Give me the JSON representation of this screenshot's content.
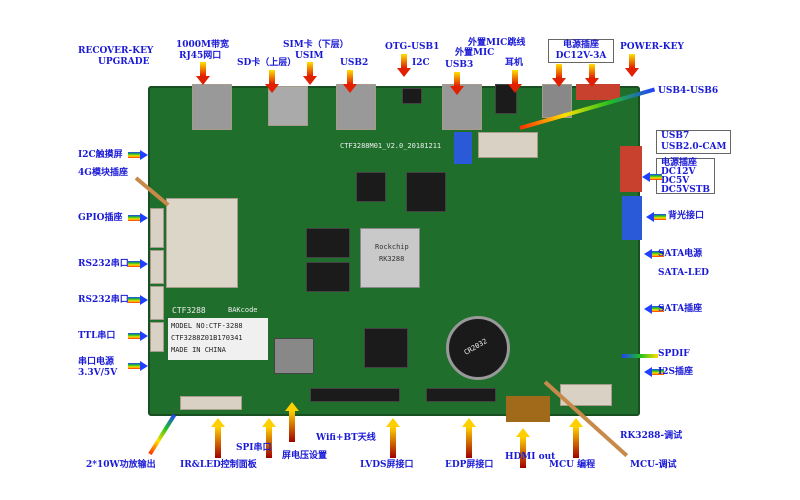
{
  "top_labels": {
    "recover_key": "RECOVER-KEY",
    "upgrade": "UPGRADE",
    "rj45_1": "1000M带宽",
    "rj45_2": "RJ45网口",
    "sd": "SD卡（上层）",
    "sim": "SIM卡（下层）",
    "usim": "USIM",
    "usb2": "USB2",
    "otg": "OTG-USB1",
    "i2c": "I2C",
    "usb3": "USB3",
    "ext_mic": "外置MIC",
    "ext_mic_jumper": "外置MIC跳线",
    "earphone": "耳机",
    "power_socket": "电源插座",
    "power_spec": "DC12V-3A",
    "power_key": "POWER-KEY"
  },
  "right_labels": {
    "usb4_6": "USB4-USB6",
    "usb7": "USB7",
    "usb_cam": "USB2.0-CAM",
    "power2_title": "电源插座",
    "power2_l1": "DC12V",
    "power2_l2": "DC5V",
    "power2_l3": "DC5VSTB",
    "backlight": "背光接口",
    "sata_power": "SATA电源",
    "sata_led": "SATA-LED",
    "sata": "SATA插座",
    "spdif": "SPDIF",
    "i2s": "I2S插座",
    "rk_debug": "RK3288-调试"
  },
  "left_labels": {
    "i2c_touch": "I2C触摸屏",
    "module_4g": "4G模块插座",
    "gpio": "GPIO插座",
    "rs232_1": "RS232串口",
    "rs232_2": "RS232串口",
    "ttl": "TTL串口",
    "uart_power": "串口电源",
    "uart_voltage": "3.3V/5V"
  },
  "bottom_labels": {
    "amp": "2*10W功放输出",
    "ir_led": "IR&LED控制面板",
    "spi": "SPI串口",
    "screen_voltage": "屏电压设置",
    "wifi_bt": "Wifi+BT天线",
    "lvds": "LVDS屏接口",
    "edp": "EDP屏接口",
    "hdmi": "HDMI out",
    "mcu_prog": "MCU 编程",
    "mcu_debug": "MCU-调试"
  },
  "silkscreen": {
    "board_rev": "CTF3288M01_V2.0_20181211",
    "model": "CTF3288",
    "brand": "BAKcode",
    "model_no": "MODEL NO:CTF-3288",
    "serial": "CTF3288Z01B170341",
    "made": "MADE IN CHINA",
    "soc_brand": "Rockchip",
    "soc": "RK3288",
    "rtc": "CR2032"
  }
}
